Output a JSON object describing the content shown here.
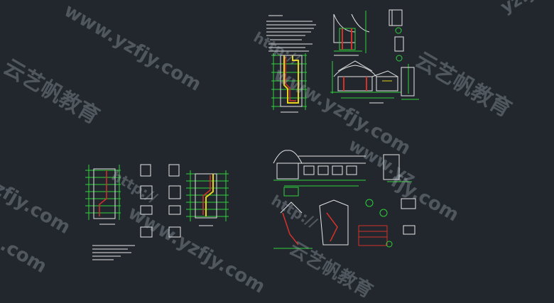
{
  "scene": {
    "background_color": "#21272d",
    "line_colors": {
      "main": "#2fd13a",
      "accent": "#e8d21a",
      "red": "#d3322b",
      "white": "#e6e6e6",
      "cyan": "#3fc7d8"
    }
  },
  "drawings": [
    {
      "id": "sheet-top-right",
      "description_labels": [
        "notes-block",
        "pavilion-section",
        "pavilion-elevation",
        "column-detail",
        "plan-left"
      ]
    },
    {
      "id": "sheet-bottom-left",
      "description_labels": [
        "plan-1",
        "details-center",
        "plan-2",
        "notes"
      ]
    },
    {
      "id": "sheet-bottom-right",
      "description_labels": [
        "corridor-elevation",
        "roof-plan",
        "details"
      ]
    }
  ],
  "watermarks": {
    "url_text": "www.yzfjy.com",
    "brand_text": "云艺帆教育",
    "http_text": "http://",
    "url_partial_a": "zfjy.com",
    "url_partial_b": "yzfjy.com",
    "url_partial_c": "fjy.com",
    "url_partial_d": ".com",
    "url_partial_e": "www.yz",
    "color": "rgba(190,200,210,0.30)"
  }
}
